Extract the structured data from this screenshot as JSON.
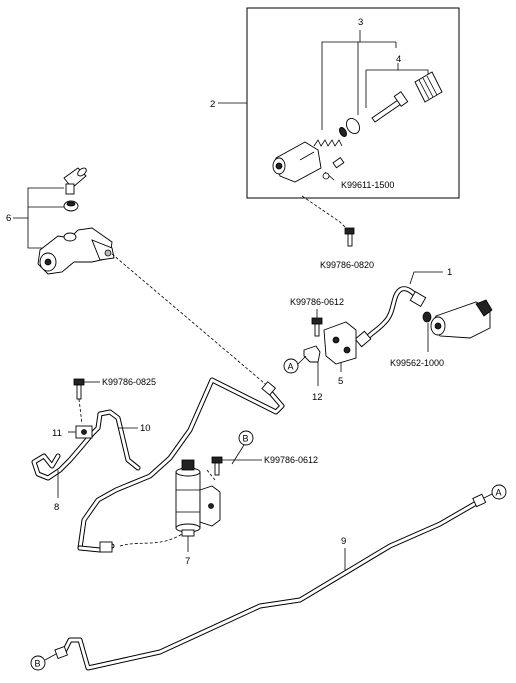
{
  "callouts": {
    "n1": "1",
    "n2": "2",
    "n3": "3",
    "n4": "4",
    "n5": "5",
    "n6": "6",
    "n7": "7",
    "n8": "8",
    "n9": "9",
    "n10": "10",
    "n11": "11",
    "n12": "12"
  },
  "part_codes": {
    "k99611_1500": "K99611-1500",
    "k99786_0820": "K99786-0820",
    "k99786_0612_top": "K99786-0612",
    "k99562_1000": "K99562-1000",
    "k99786_0825": "K99786-0825",
    "k99786_0612_mid": "K99786-0612"
  },
  "connectors": {
    "a_upper": "A",
    "a_lower": "A",
    "b_upper": "B",
    "b_lower": "B"
  }
}
